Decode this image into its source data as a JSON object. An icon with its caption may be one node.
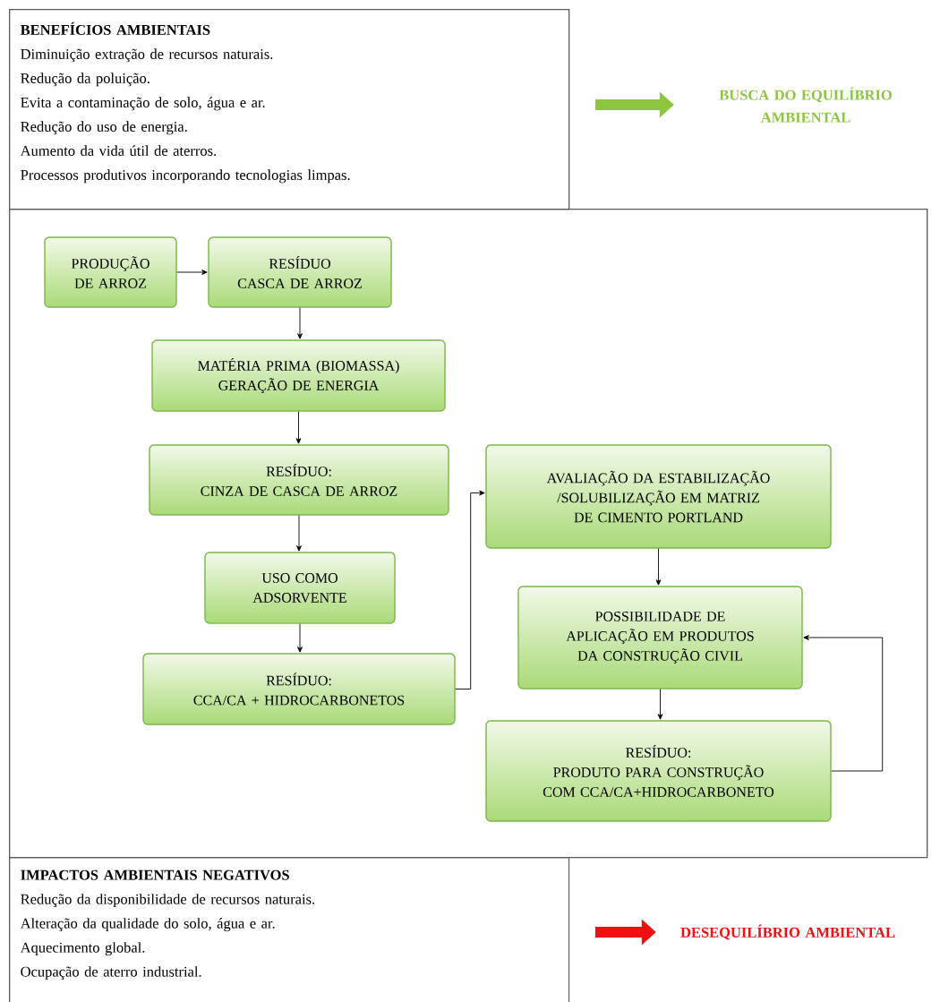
{
  "diagram": {
    "nodes": [
      {
        "text": [
          "BENEFÍCIOS AMBIENTAIS",
          "Diminuição extração de recursos naturais.",
          "Redução da poluição.",
          "Evita a contaminação de solo, água e ar.",
          "Redução do uso de energia.",
          "Aumento da vida útil de aterros.",
          "Processos produtivos incorporando tecnologias limpas."
        ]
      },
      {
        "text": [
          "BUSCA DO EQUILÍBRIO AMBIENTAL"
        ]
      },
      {
        "text": [],
        "shape": "box"
      },
      {
        "text": [
          "PRODUÇÃO DE ARROZ"
        ],
        "in": 2
      },
      {
        "text": [
          "RESÍDUO",
          "CASCA DE ARROZ"
        ],
        "in": 2
      },
      {
        "text": [
          "MATÉRIA PRIMA (BIOMASSA)",
          "GERAÇÃO DE ENERGIA"
        ],
        "in": 2
      },
      {
        "text": [
          "RESÍDUO:",
          "CINZA DE CASCA DE ARROZ"
        ],
        "in": 2
      },
      {
        "text": [
          "USO COMO ADSORVENTE"
        ],
        "in": 2
      },
      {
        "text": [
          "RESÍDUO:",
          "CCA/CA + HIDROCARBONETOS"
        ],
        "in": 2
      },
      {
        "text": [
          "AVALIAÇÃO DA ESTABILIZAÇÃO /SOLUBILIZAÇÃO EM MATRIZ DE CIMENTO PORTLAND"
        ],
        "in": 2
      },
      {
        "text": [
          "POSSIBILIDADE DE APLICAÇÃO EM PRODUTOS DA CONSTRUÇÃO CIVIL"
        ],
        "in": 2
      },
      {
        "text": [
          "RESÍDUO:",
          "PRODUTO PARA CONSTRUÇÃO COM CCA/CA+HIDROCARBONETO"
        ],
        "in": 2
      },
      {
        "text": [
          "IMPACTOS AMBIENTAIS NEGATIVOS",
          "Redução da disponibilidade de recursos naturais.",
          "Alteração da qualidade do solo, água e ar.",
          "Aquecimento global.",
          "Ocupação de aterro industrial."
        ]
      },
      {
        "text": [
          "DESEQUILÍBRIO AMBIENTAL"
        ]
      }
    ],
    "edges": [
      {
        "from": 0,
        "to": 1,
        "arrow": "to",
        "style": "thick",
        "color": "#8cc63f"
      },
      {
        "from": 3,
        "to": 4,
        "arrow": "to"
      },
      {
        "from": 4,
        "to": 5,
        "arrow": "to"
      },
      {
        "from": 5,
        "to": 6,
        "arrow": "to"
      },
      {
        "from": 6,
        "to": 7,
        "arrow": "to"
      },
      {
        "from": 7,
        "to": 8,
        "arrow": "to"
      },
      {
        "from": 8,
        "to": 9,
        "arrow": "to"
      },
      {
        "from": 9,
        "to": 10,
        "arrow": "to"
      },
      {
        "from": 10,
        "to": 11,
        "arrow": "to"
      },
      {
        "from": 11,
        "to": 10,
        "arrow": "to"
      },
      {
        "from": 12,
        "to": 13,
        "arrow": "to",
        "style": "thick",
        "color": "#ee1111"
      }
    ]
  }
}
